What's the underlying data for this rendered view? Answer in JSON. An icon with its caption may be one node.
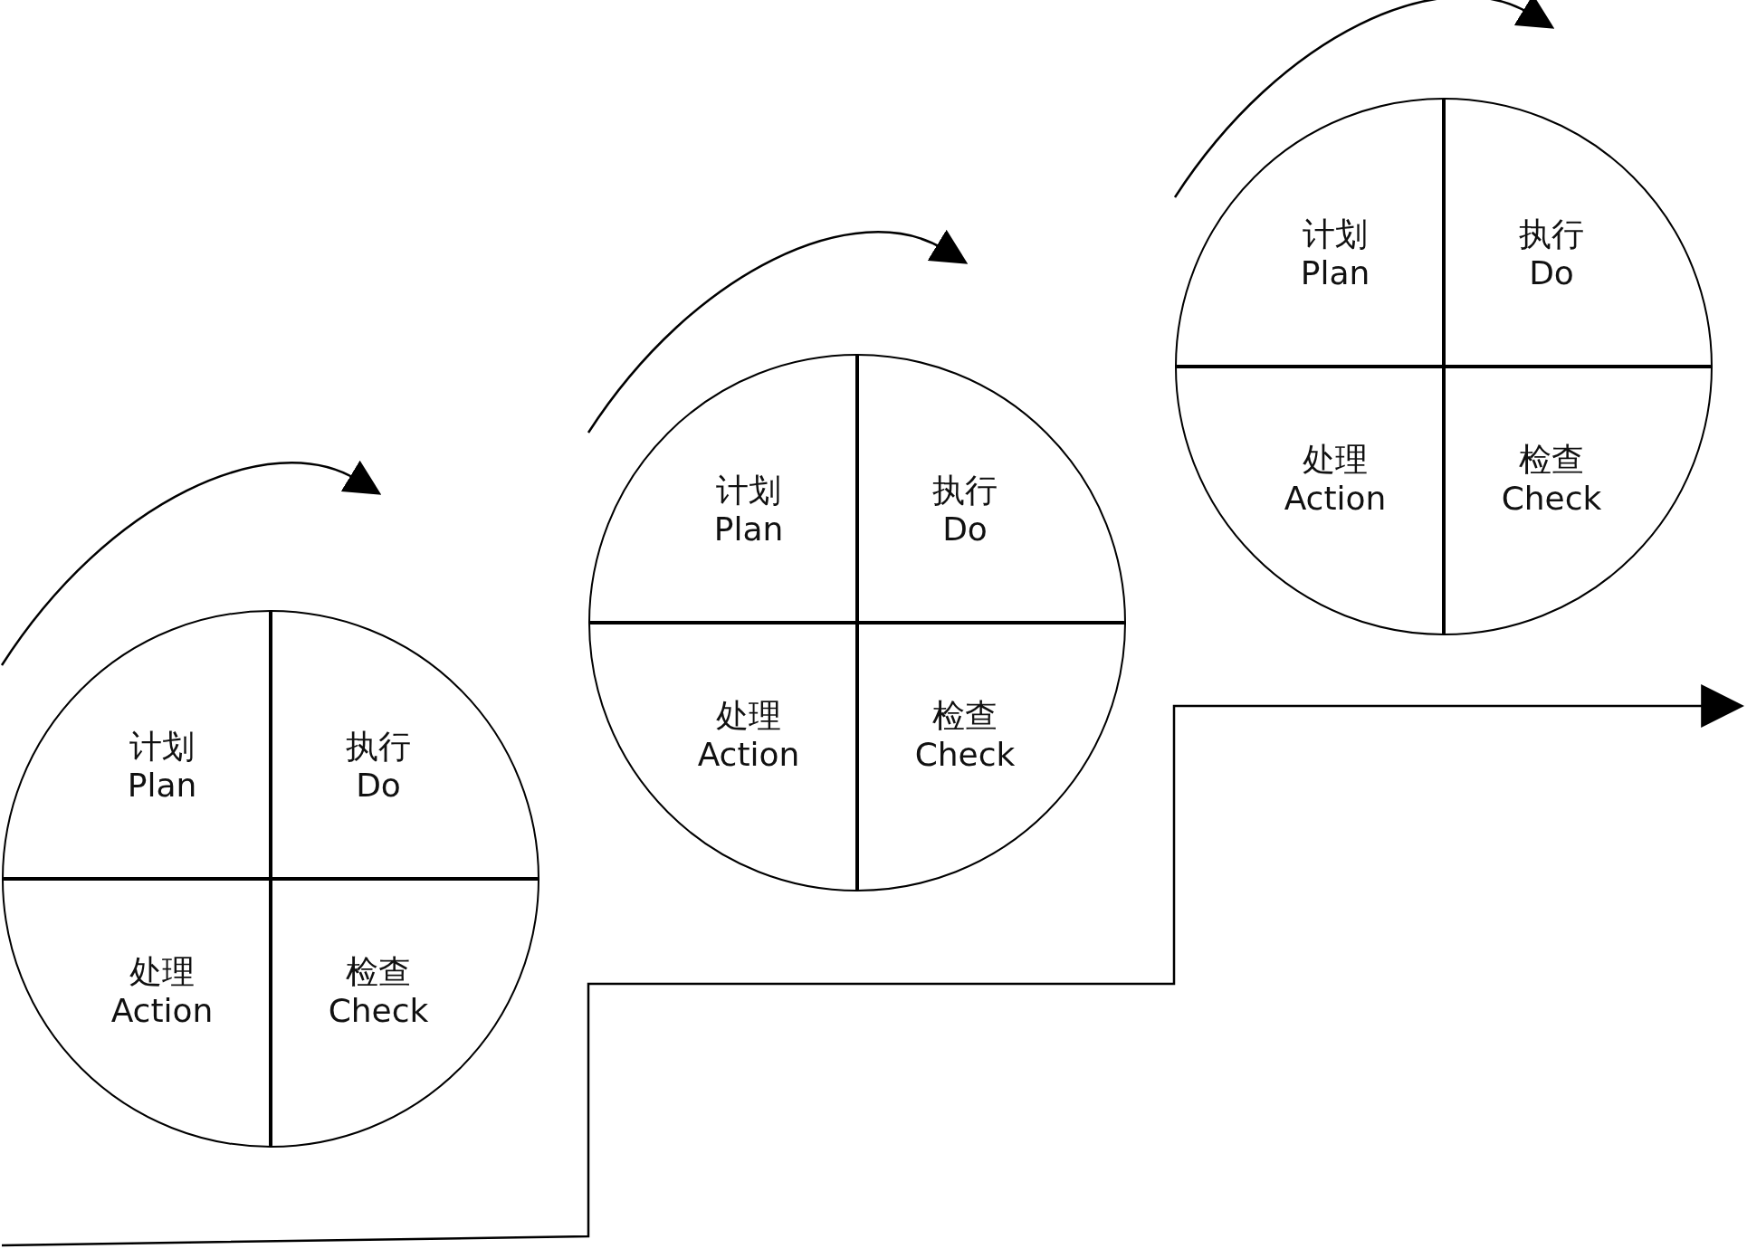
{
  "diagram": {
    "nodes": [
      {
        "text": [],
        "shape": "circle"
      },
      {
        "text": [
          "计划 Plan"
        ],
        "in": 0
      },
      {
        "text": [
          "执行 Do"
        ],
        "in": 0
      },
      {
        "text": [
          "处理 Action"
        ],
        "in": 0
      },
      {
        "text": [
          "检查 Check"
        ],
        "in": 0
      },
      {
        "text": [],
        "shape": "circle"
      },
      {
        "text": [
          "计划 Plan"
        ],
        "in": 5
      },
      {
        "text": [
          "执行 Do"
        ],
        "in": 5
      },
      {
        "text": [
          "处理 Action"
        ],
        "in": 5
      },
      {
        "text": [
          "检查 Check"
        ],
        "in": 5
      },
      {
        "text": [],
        "shape": "circle"
      },
      {
        "text": [
          "计划 Plan"
        ],
        "in": 10
      },
      {
        "text": [
          "执行 Do"
        ],
        "in": 10
      },
      {
        "text": [
          "处理 Action"
        ],
        "in": 10
      },
      {
        "text": [
          "检查 Check"
        ],
        "in": 10
      }
    ]
  }
}
